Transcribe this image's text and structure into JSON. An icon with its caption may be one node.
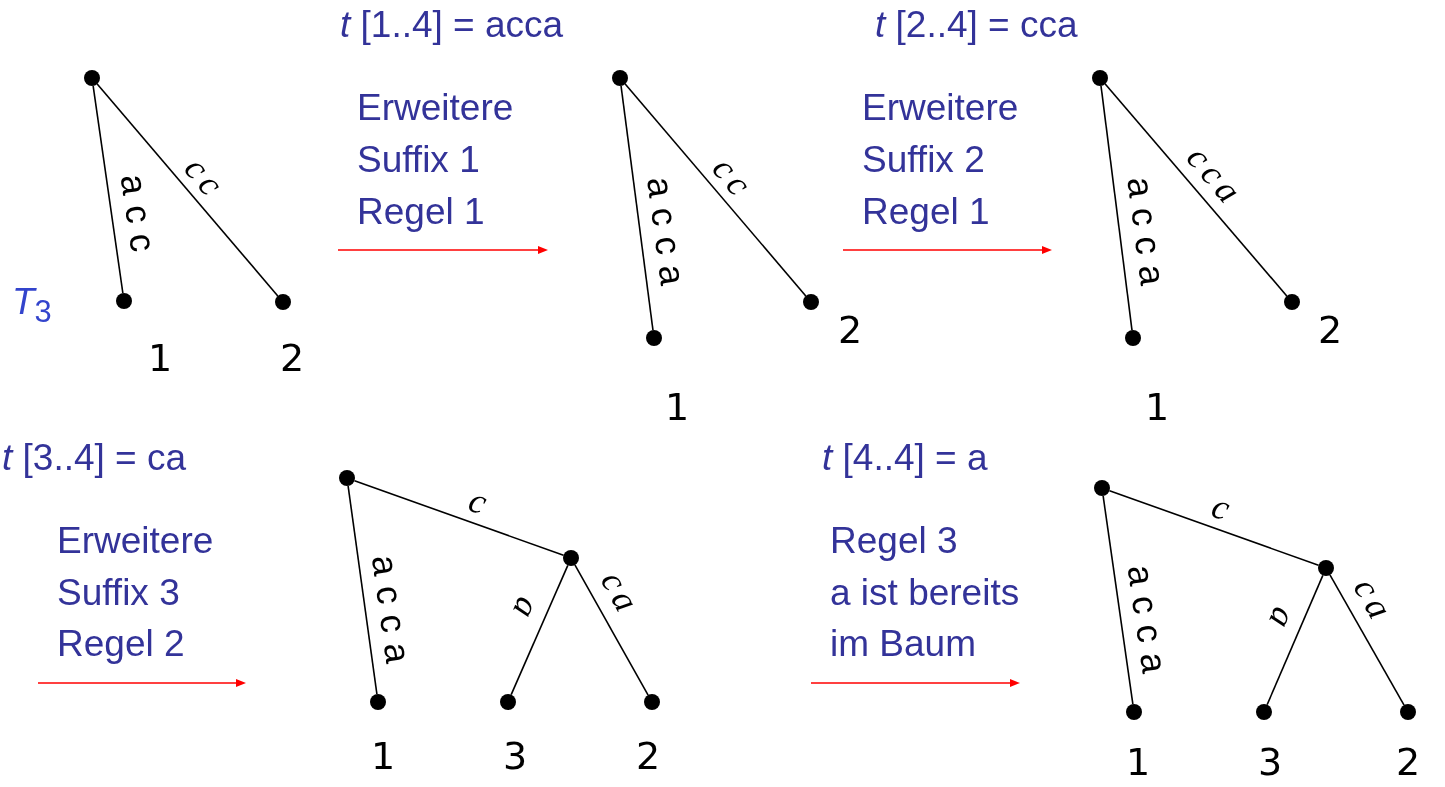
{
  "diagram": {
    "nodes": [
      {
        "text": [],
        "shape": "circle"
      },
      {
        "text": [],
        "shape": "circle",
        "beside": [
          "1"
        ]
      },
      {
        "text": [],
        "shape": "circle",
        "beside": [
          "2"
        ]
      },
      {
        "text": [],
        "shape": "circle"
      },
      {
        "text": [],
        "shape": "circle",
        "beside": [
          "1"
        ]
      },
      {
        "text": [],
        "shape": "circle",
        "beside": [
          "2"
        ]
      },
      {
        "text": [],
        "shape": "circle"
      },
      {
        "text": [],
        "shape": "circle",
        "beside": [
          "1"
        ]
      },
      {
        "text": [],
        "shape": "circle",
        "beside": [
          "2"
        ]
      },
      {
        "text": [],
        "shape": "circle"
      },
      {
        "text": [],
        "shape": "circle"
      },
      {
        "text": [],
        "shape": "circle",
        "beside": [
          "1"
        ]
      },
      {
        "text": [],
        "shape": "circle",
        "beside": [
          "3"
        ]
      },
      {
        "text": [],
        "shape": "circle",
        "beside": [
          "2"
        ]
      },
      {
        "text": [],
        "shape": "circle"
      },
      {
        "text": [],
        "shape": "circle"
      },
      {
        "text": [],
        "shape": "circle",
        "beside": [
          "1"
        ]
      },
      {
        "text": [],
        "shape": "circle",
        "beside": [
          "3"
        ]
      },
      {
        "text": [],
        "shape": "circle",
        "beside": [
          "2"
        ]
      }
    ],
    "edges": [
      {
        "from": 0,
        "to": 1,
        "arrow": "none",
        "label": "acc"
      },
      {
        "from": 0,
        "to": 2,
        "arrow": "none",
        "label": "cc"
      },
      {
        "from": 3,
        "to": 4,
        "arrow": "none",
        "label": "acca"
      },
      {
        "from": 3,
        "to": 5,
        "arrow": "none",
        "label": "cc"
      },
      {
        "from": 6,
        "to": 7,
        "arrow": "none",
        "label": "acca"
      },
      {
        "from": 6,
        "to": 8,
        "arrow": "none",
        "label": "cca"
      },
      {
        "from": 9,
        "to": 11,
        "arrow": "none",
        "label": "acca"
      },
      {
        "from": 9,
        "to": 10,
        "arrow": "none",
        "label": "c"
      },
      {
        "from": 10,
        "to": 12,
        "arrow": "none",
        "label": "a"
      },
      {
        "from": 10,
        "to": 13,
        "arrow": "none",
        "label": "ca"
      },
      {
        "from": 14,
        "to": 16,
        "arrow": "none",
        "label": "acca"
      },
      {
        "from": 14,
        "to": 15,
        "arrow": "none",
        "label": "c"
      },
      {
        "from": 15,
        "to": 17,
        "arrow": "none",
        "label": "a"
      },
      {
        "from": 15,
        "to": 18,
        "arrow": "none",
        "label": "ca"
      }
    ],
    "labels": [
      "*t* [1..4] = acca",
      "*t* [2..4] = cca",
      "Erweitere",
      "Suffix 1",
      "Regel 1",
      "Erweitere",
      "Suffix 2",
      "Regel 1",
      "*T*$_{3}$",
      "*t* [3..4] = ca",
      "*t* [4..4] = a",
      "Erweitere",
      "Suffix 3",
      "Regel 2",
      "Regel 3",
      "a ist bereits",
      "im Baum"
    ]
  }
}
